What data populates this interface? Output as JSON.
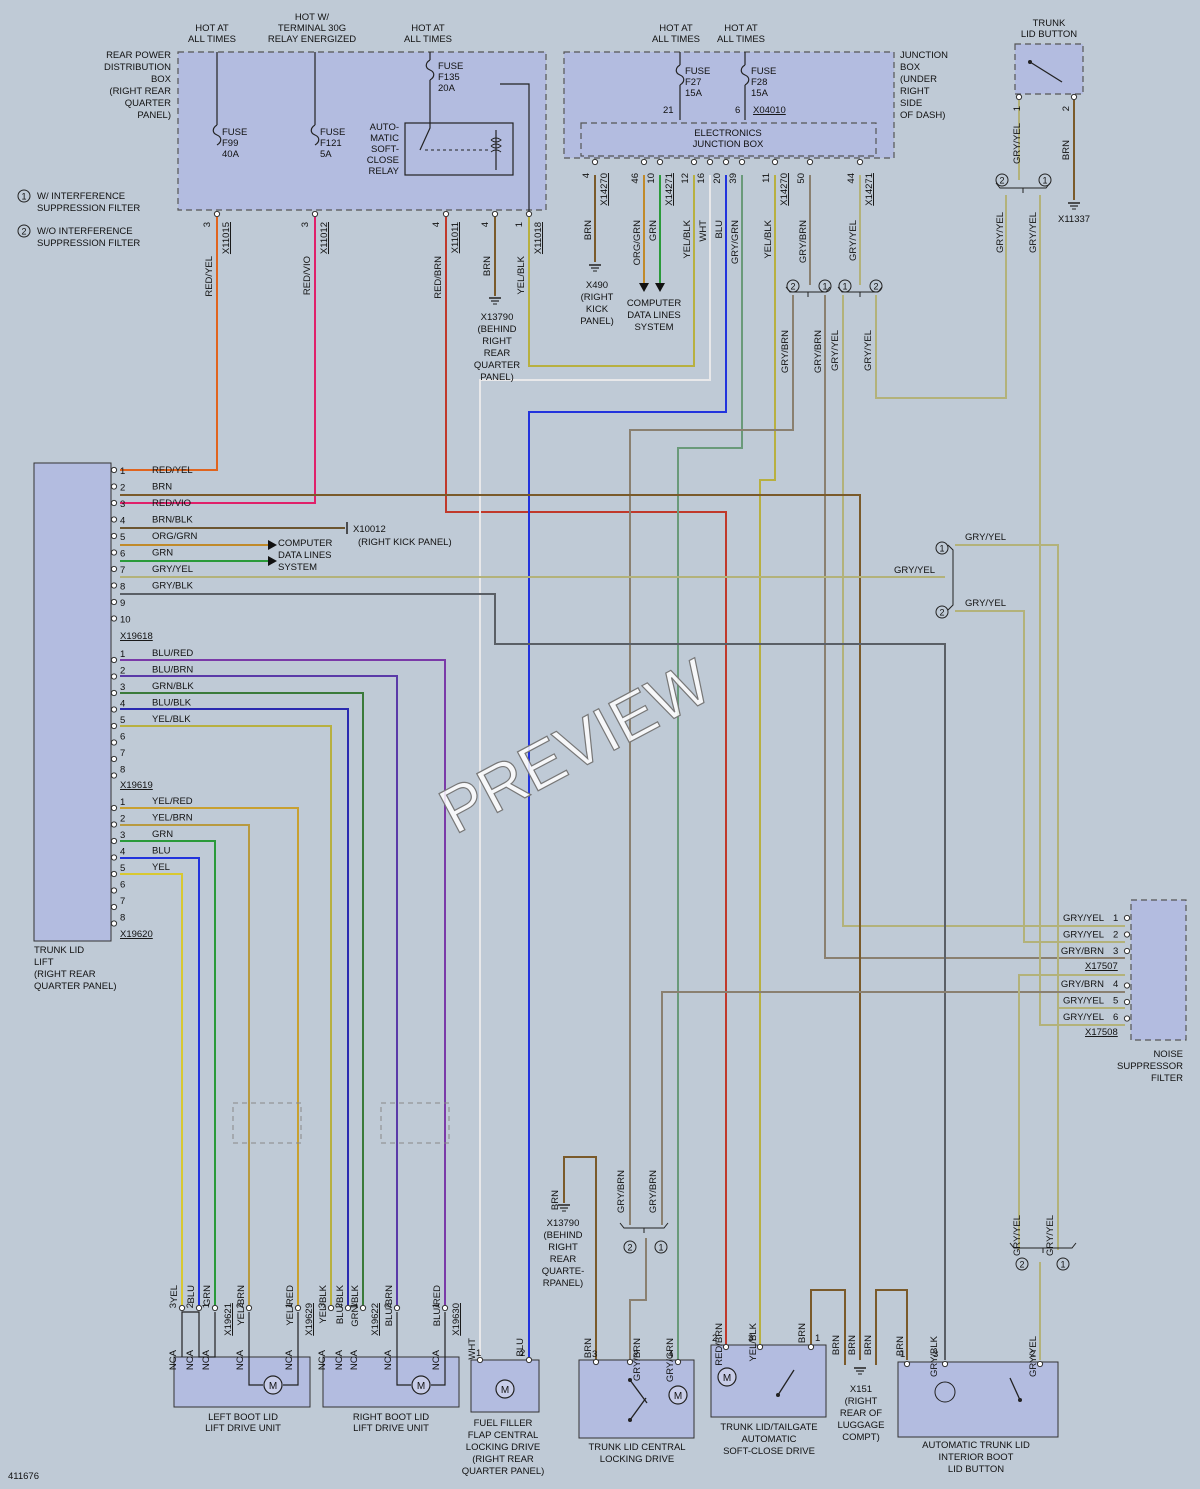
{
  "diagram_id": "411676",
  "watermark": "PREVIEW",
  "top_labels": {
    "hot1": [
      "HOT AT",
      "ALL TIMES"
    ],
    "hot2": [
      "HOT W/",
      "TERMINAL 30G",
      "RELAY ENERGIZED"
    ],
    "hot3": [
      "HOT AT",
      "ALL TIMES"
    ],
    "hot4": [
      "HOT AT",
      "ALL TIMES"
    ],
    "hot5": [
      "HOT AT",
      "ALL TIMES"
    ]
  },
  "rear_power_box": {
    "label": [
      "REAR POWER",
      "DISTRIBUTION",
      "BOX",
      "(RIGHT REAR",
      "QUARTER",
      "PANEL)"
    ],
    "fuse99": [
      "FUSE",
      "F99",
      "40A"
    ],
    "fuse121": [
      "FUSE",
      "F121",
      "5A"
    ],
    "fuse135": [
      "FUSE",
      "F135",
      "20A"
    ],
    "relay": [
      "AUTO-",
      "MATIC",
      "SOFT-",
      "CLOSE",
      "RELAY"
    ]
  },
  "junction_box": {
    "label": [
      "JUNCTION",
      "BOX",
      "(UNDER",
      "RIGHT",
      "SIDE",
      "OF DASH)"
    ],
    "fuse27": [
      "FUSE",
      "F27",
      "15A"
    ],
    "fuse28": [
      "FUSE",
      "F28",
      "15A"
    ],
    "pin21": "21",
    "pin6": "6",
    "connector": "X04010",
    "ejb": [
      "ELECTRONICS",
      "JUNCTION BOX"
    ]
  },
  "trunk_button": {
    "label": [
      "TRUNK",
      "LID BUTTON"
    ],
    "pin1": "1",
    "pin2": "2",
    "wire1": "GRY/YEL",
    "wire2": "BRN",
    "ground": "X11337"
  },
  "legend": {
    "n1": "1",
    "n2": "2",
    "item1": [
      "W/ INTERFERENCE",
      "SUPPRESSION FILTER"
    ],
    "item2": [
      "W/O INTERFERENCE",
      "SUPPRESSION FILTER"
    ]
  },
  "rpdb_pins": [
    {
      "pin": "3",
      "conn": "X11015",
      "wire": "RED/YEL"
    },
    {
      "pin": "3",
      "conn": "X11012",
      "wire": "RED/VIO"
    },
    {
      "pin": "4",
      "conn": "X11011",
      "wire": "RED/BRN"
    },
    {
      "pin": "4",
      "conn": "",
      "wire": "BRN"
    },
    {
      "pin": "1",
      "conn": "X11018",
      "wire": "YEL/BLK"
    }
  ],
  "ground_x13790_top": [
    "X13790",
    "(BEHIND",
    "RIGHT",
    "REAR",
    "QUARTER",
    "PANEL)"
  ],
  "ejb_pins": [
    {
      "pin": "4",
      "conn": "X14270",
      "wire": "BRN"
    },
    {
      "pin": "46",
      "conn": "",
      "wire": "ORG/GRN"
    },
    {
      "pin": "10",
      "conn": "X14271",
      "wire": "GRN"
    },
    {
      "pin": "12",
      "conn": "",
      "wire": "YEL/BLK"
    },
    {
      "pin": "16",
      "conn": "",
      "wire": "WHT"
    },
    {
      "pin": "20",
      "conn": "",
      "wire": "BLU"
    },
    {
      "pin": "39",
      "conn": "",
      "wire": "GRY/GRN"
    },
    {
      "pin": "11",
      "conn": "X14270",
      "wire": "YEL/BLK"
    },
    {
      "pin": "50",
      "conn": "",
      "wire": "GRY/BRN"
    },
    {
      "pin": "44",
      "conn": "X14271",
      "wire": "GRY/YEL"
    }
  ],
  "ground_x490": [
    "X490",
    "(RIGHT",
    "KICK",
    "PANEL)"
  ],
  "cdls_top": [
    "COMPUTER",
    "DATA LINES",
    "SYSTEM"
  ],
  "mid_wires": {
    "grybrn_a": "GRY/BRN",
    "grybrn_b": "GRY/BRN",
    "gryyel_a": "GRY/YEL",
    "gryyel_b": "GRY/YEL",
    "gryyel_top1": "GRY/YEL",
    "gryyel_top2": "GRY/YEL",
    "grybrn_top": "GRY/BRN"
  },
  "trunk_lift": {
    "label": [
      "TRUNK LID",
      "LIFT",
      "(RIGHT REAR",
      "QUARTER PANEL)"
    ],
    "conn1": "X19618",
    "conn2": "X19619",
    "conn3": "X19620",
    "group1": [
      {
        "pin": "1",
        "wire": "RED/YEL"
      },
      {
        "pin": "2",
        "wire": "BRN"
      },
      {
        "pin": "3",
        "wire": "RED/VIO"
      },
      {
        "pin": "4",
        "wire": "BRN/BLK"
      },
      {
        "pin": "5",
        "wire": "ORG/GRN"
      },
      {
        "pin": "6",
        "wire": "GRN"
      },
      {
        "pin": "7",
        "wire": "GRY/YEL"
      },
      {
        "pin": "8",
        "wire": "GRY/BLK"
      },
      {
        "pin": "9",
        "wire": ""
      },
      {
        "pin": "10",
        "wire": ""
      }
    ],
    "group2": [
      {
        "pin": "1",
        "wire": "BLU/RED"
      },
      {
        "pin": "2",
        "wire": "BLU/BRN"
      },
      {
        "pin": "3",
        "wire": "GRN/BLK"
      },
      {
        "pin": "4",
        "wire": "BLU/BLK"
      },
      {
        "pin": "5",
        "wire": "YEL/BLK"
      },
      {
        "pin": "6",
        "wire": ""
      },
      {
        "pin": "7",
        "wire": ""
      },
      {
        "pin": "8",
        "wire": ""
      }
    ],
    "group3": [
      {
        "pin": "1",
        "wire": "YEL/RED"
      },
      {
        "pin": "2",
        "wire": "YEL/BRN"
      },
      {
        "pin": "3",
        "wire": "GRN"
      },
      {
        "pin": "4",
        "wire": "BLU"
      },
      {
        "pin": "5",
        "wire": "YEL"
      },
      {
        "pin": "6",
        "wire": ""
      },
      {
        "pin": "7",
        "wire": ""
      },
      {
        "pin": "8",
        "wire": ""
      }
    ]
  },
  "ground_x10012": [
    "X10012",
    "(RIGHT KICK PANEL)"
  ],
  "cdls_mid": [
    "COMPUTER",
    "DATA LINES",
    "SYSTEM"
  ],
  "filter_branch": {
    "n1": "1",
    "n2": "2",
    "wire1": "GRY/YEL",
    "wire_mid": "GRY/YEL",
    "wire2": "GRY/YEL"
  },
  "noise_filter": {
    "label": [
      "NOISE",
      "SUPPRESSOR",
      "FILTER"
    ],
    "conn1": "X17507",
    "conn2": "X17508",
    "pins1": [
      {
        "pin": "1",
        "wire": "GRY/YEL"
      },
      {
        "pin": "2",
        "wire": "GRY/YEL"
      },
      {
        "pin": "3",
        "wire": "GRY/BRN"
      }
    ],
    "pins2": [
      {
        "pin": "4",
        "wire": "GRY/BRN"
      },
      {
        "pin": "5",
        "wire": "GRY/YEL"
      },
      {
        "pin": "6",
        "wire": "GRY/YEL"
      }
    ]
  },
  "left_drive": {
    "label": [
      "LEFT BOOT LID",
      "LIFT DRIVE UNIT"
    ],
    "conn1": "X19621",
    "conn2": "X19629",
    "pins": [
      {
        "pin": "3",
        "wire": "YEL",
        "nca": "NCA"
      },
      {
        "pin": "2",
        "wire": "BLU",
        "nca": "NCA"
      },
      {
        "pin": "1",
        "wire": "GRN",
        "nca": "NCA"
      },
      {
        "pin": "2",
        "wire": "YEL/BRN",
        "nca": "NCA"
      },
      {
        "pin": "1",
        "wire": "YEL/RED",
        "nca": "NCA"
      }
    ]
  },
  "right_drive": {
    "label": [
      "RIGHT BOOT LID",
      "LIFT DRIVE UNIT"
    ],
    "conn1": "X19622",
    "conn2": "X19630",
    "pins": [
      {
        "pin": "3",
        "wire": "YEL/BLK",
        "nca": "NCA"
      },
      {
        "pin": "2",
        "wire": "BLU/BLK",
        "nca": "NCA"
      },
      {
        "pin": "1",
        "wire": "GRN/BLK",
        "nca": "NCA"
      },
      {
        "pin": "2",
        "wire": "BLU/BRN",
        "nca": "NCA"
      },
      {
        "pin": "1",
        "wire": "BLU/RED",
        "nca": "NCA"
      }
    ]
  },
  "fuel_flap": {
    "label": [
      "FUEL FILLER",
      "FLAP CENTRAL",
      "LOCKING DRIVE",
      "(RIGHT REAR",
      "QUARTER PANEL)"
    ],
    "pins": [
      {
        "pin": "1",
        "wire": "WHT"
      },
      {
        "pin": "2",
        "wire": "BLU"
      }
    ]
  },
  "ground_x13790_bottom": {
    "wire": "BRN",
    "label": [
      "X13790",
      "(BEHIND",
      "RIGHT",
      "REAR",
      "QUARTE-",
      "RPANEL)"
    ]
  },
  "central_lock": {
    "label": [
      "TRUNK LID CENTRAL",
      "LOCKING DRIVE"
    ],
    "pins": [
      {
        "pin": "3",
        "wire": "BRN"
      },
      {
        "pin": "2",
        "wire": "GRY/BRN"
      },
      {
        "pin": "4",
        "wire": "GRY/GRN"
      }
    ],
    "branch": {
      "n2": "2",
      "n1": "1",
      "w1": "GRY/BRN",
      "w2": "GRY/BRN"
    }
  },
  "softclose_drive": {
    "label": [
      "TRUNK LID/TAILGATE",
      "AUTOMATIC",
      "SOFT-CLOSE DRIVE"
    ],
    "pins": [
      {
        "pin": "2",
        "wire": "RED/BRN"
      },
      {
        "pin": "3",
        "wire": "YEL/BLK"
      },
      {
        "pin": "1",
        "wire": "BRN"
      }
    ]
  },
  "ground_x151": {
    "label": [
      "X151",
      "(RIGHT",
      "REAR OF",
      "LUGGAGE",
      "COMPT)"
    ],
    "w1": "BRN",
    "w2": "BRN",
    "w3": "BRN"
  },
  "interior_button": {
    "label": [
      "AUTOMATIC TRUNK LID",
      "INTERIOR BOOT",
      "LID BUTTON"
    ],
    "pins": [
      {
        "pin": "1",
        "wire": "BRN"
      },
      {
        "pin": "3",
        "wire": "GRY/BLK"
      },
      {
        "pin": "2",
        "wire": "GRY/YEL"
      }
    ],
    "branch": {
      "n2": "2",
      "n1": "1",
      "w1": "GRY/YEL",
      "w2": "GRY/YEL"
    }
  },
  "colors": {
    "RED_YEL": "#e0641e",
    "RED_VIO": "#e0206a",
    "RED_BRN": "#c0392b",
    "BRN": "#7a5a2a",
    "BRN_BLK": "#6b5530",
    "ORG_GRN": "#c08a2a",
    "GRN": "#2a9a3a",
    "GRY_YEL": "#b3b27a",
    "GRY_BLK": "#5a5f66",
    "BLU": "#2233dd",
    "BLU_RED": "#7a3aa8",
    "BLU_BRN": "#5a3aa8",
    "GRN_BLK": "#3a7a3a",
    "BLU_BLK": "#2a2ab0",
    "YEL_BLK": "#b8b040",
    "YEL_RED": "#c8a030",
    "YEL_BRN": "#b89a40",
    "YEL": "#d8c830",
    "WHT": "#e8e8ea",
    "GRY_BRN": "#8a8070",
    "GRY_GRN": "#6a9a7a",
    "BOX": "#b3bce0"
  }
}
